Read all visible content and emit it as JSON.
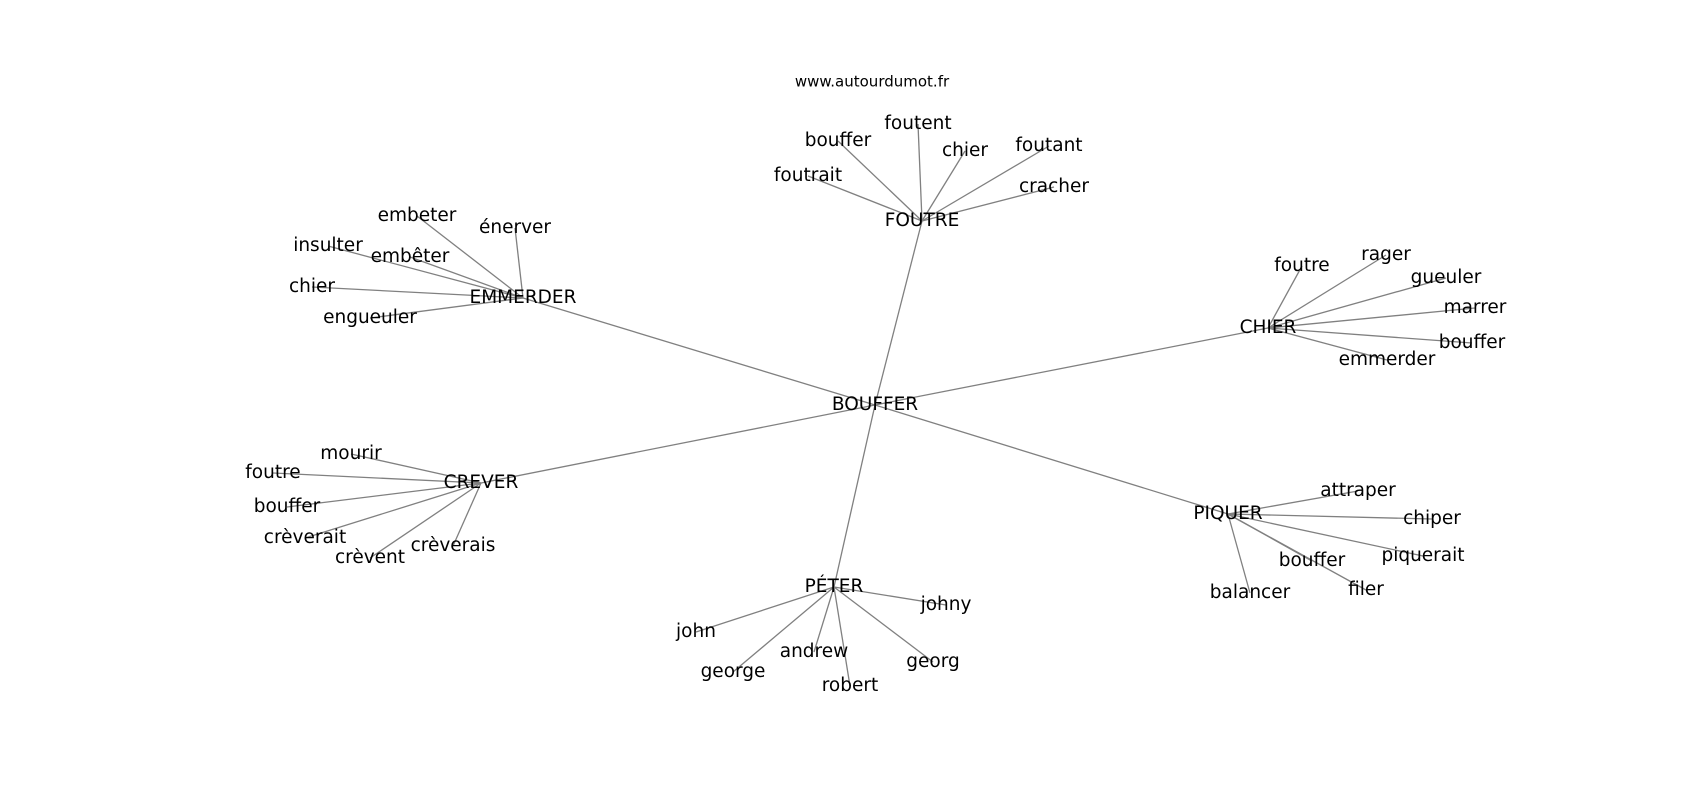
{
  "source": "www.autourdumot.fr",
  "center": "BOUFFER",
  "clusters": [
    {
      "label": "FOUTRE",
      "words": [
        "foutrait",
        "bouffer",
        "foutent",
        "chier",
        "foutant",
        "cracher"
      ]
    },
    {
      "label": "EMMERDER",
      "words": [
        "embeter",
        "énerver",
        "insulter",
        "embêter",
        "chier",
        "engueuler"
      ]
    },
    {
      "label": "CHIER",
      "words": [
        "foutre",
        "rager",
        "gueuler",
        "marrer",
        "bouffer",
        "emmerder"
      ]
    },
    {
      "label": "CREVER",
      "words": [
        "mourir",
        "foutre",
        "bouffer",
        "crèverait",
        "crèvent",
        "crèverais"
      ]
    },
    {
      "label": "PIQUER",
      "words": [
        "attraper",
        "chiper",
        "piquerait",
        "bouffer",
        "filer",
        "balancer"
      ]
    },
    {
      "label": "PÉTER",
      "words": [
        "john",
        "johny",
        "george",
        "andrew",
        "georg",
        "robert"
      ]
    }
  ]
}
